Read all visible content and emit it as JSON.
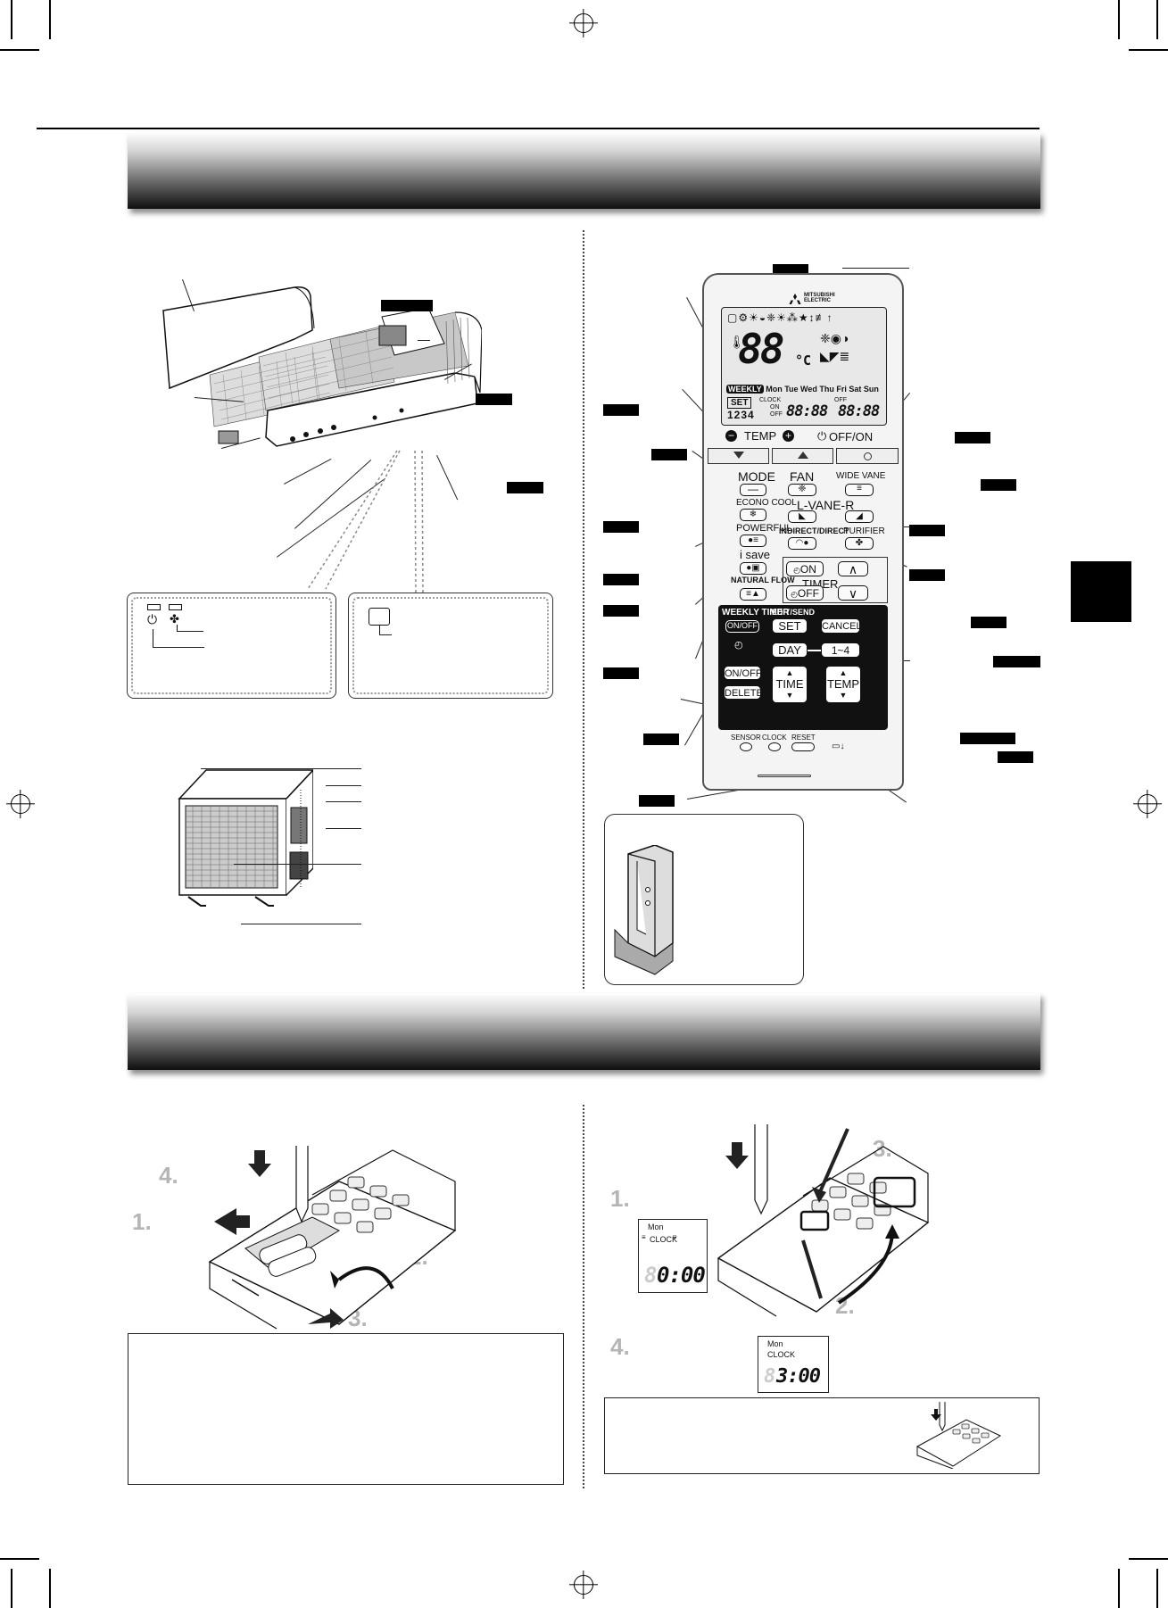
{
  "steps": {
    "battery": [
      {
        "number": "1."
      },
      {
        "number": "2."
      },
      {
        "number": "3."
      },
      {
        "number": "4."
      }
    ],
    "clock": [
      {
        "number": "1."
      },
      {
        "number": "2."
      },
      {
        "number": "3."
      },
      {
        "number": "4."
      }
    ]
  },
  "indicator_box": {
    "symbols": [
      "power-symbol",
      "purifier-symbol"
    ]
  },
  "remote": {
    "display": {
      "temp_reading": "88",
      "temp_unit": "°C",
      "weekly_tag": "WEEKLY",
      "days": "Mon Tue Wed Thu Fri Sat Sun",
      "set_tag": "SET",
      "set_numbers": "1234",
      "clock_label": "CLOCK",
      "on_label": "ON",
      "off_label": "OFF",
      "off_label_2": "OFF",
      "time_1": "88:88",
      "time_2": "88:88"
    },
    "brand": "MITSUBISHI ELECTRIC",
    "temp_label": "TEMP",
    "offon_label": "OFF/ON",
    "buttons": {
      "mode": "MODE",
      "fan": "FAN",
      "wide_vane": "WIDE VANE",
      "econo_cool": "ECONO COOL",
      "lvane": "L-VANE-R",
      "powerful": "POWERFUL",
      "indirect": "INDIRECT/DIRECT",
      "purifier": "PURIFIER",
      "i_save": "i save",
      "on": "ON",
      "timer": "TIMER",
      "natural_flow": "NATURAL FLOW",
      "off": "OFF",
      "weekly_timer": "WEEKLY TIMER",
      "weekly_onoff": "ON/OFF",
      "edit_send": "EDIT/SEND",
      "set": "SET",
      "cancel": "CANCEL",
      "day": "DAY",
      "one_to_four": "1~4",
      "onoff": "ON/OFF",
      "delete": "DELETE",
      "time": "TIME",
      "temp": "TEMP",
      "sensor": "SENSOR",
      "clock": "CLOCK",
      "reset": "RESET"
    }
  },
  "clock_display_1": {
    "day": "Mon",
    "label": "CLOCK",
    "time": "0:00"
  },
  "clock_display_2": {
    "day": "Mon",
    "label": "CLOCK",
    "time": "3:00"
  }
}
